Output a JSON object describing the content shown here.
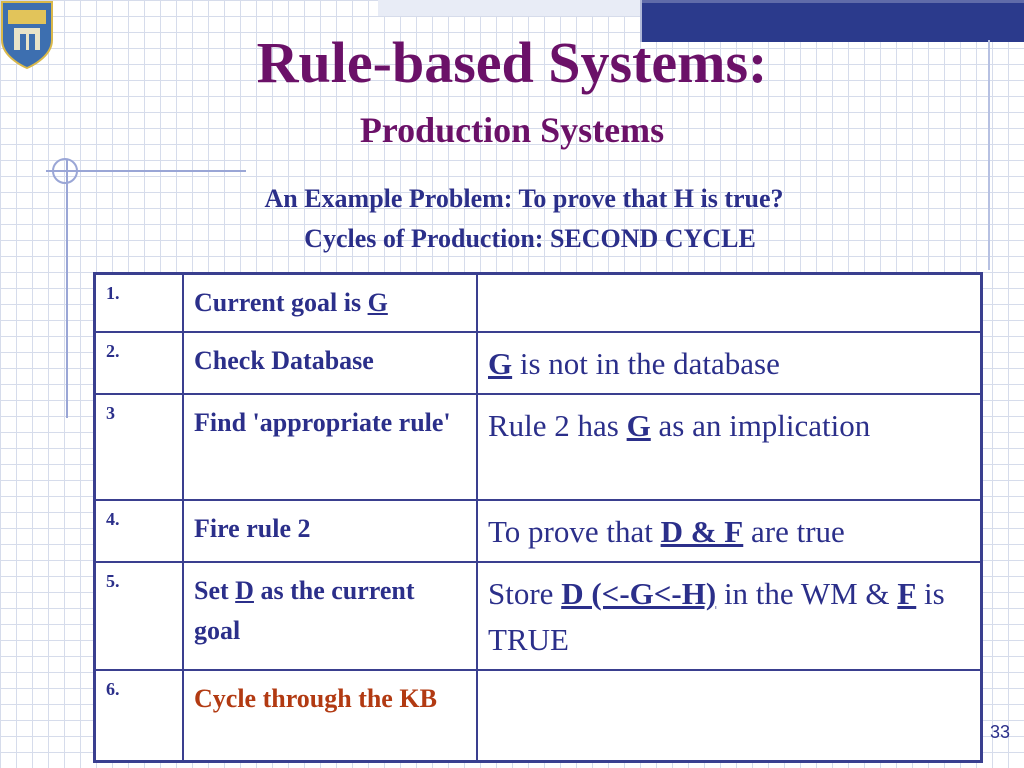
{
  "title": "Rule-based Systems:",
  "subtitle": "Production Systems",
  "problem_line1": "An Example Problem: To prove that H is true?",
  "problem_line2": "Cycles of Production: SECOND CYCLE",
  "rows": [
    {
      "num": "1.",
      "action": {
        "pre": "Current goal is ",
        "u": "G",
        "post": ""
      },
      "result": {
        "u1": "",
        "mid": "",
        "u2": "",
        "post": ""
      }
    },
    {
      "num": "2.",
      "action": {
        "pre": "Check Database",
        "u": "",
        "post": ""
      },
      "result": {
        "u1": "G",
        "mid": " is not in the database",
        "u2": "",
        "post": ""
      }
    },
    {
      "num": "3",
      "action": {
        "pre": "Find 'appropriate rule'",
        "u": "",
        "post": ""
      },
      "result": {
        "pre": "Rule 2 has ",
        "u1": "G",
        "mid": " as an implication"
      }
    },
    {
      "num": "4.",
      "action": {
        "pre": "Fire rule 2",
        "u": "",
        "post": ""
      },
      "result": {
        "pre": "To prove that ",
        "u1": "D & F",
        "mid": " are true"
      }
    },
    {
      "num": "5.",
      "action": {
        "pre": "Set ",
        "u": "D",
        "post": " as the current goal"
      },
      "result": {
        "pre": "Store ",
        "u1": "D (<-G<-H)",
        "mid": " in the WM & ",
        "u2": "F",
        "post": " is TRUE"
      }
    },
    {
      "num": "6.",
      "action": {
        "pre": "Cycle through the KB",
        "u": "",
        "post": ""
      },
      "result": {}
    }
  ],
  "page_number": "33",
  "colors": {
    "title": "#6b1168",
    "text": "#2b2f8a",
    "highlight": "#b23a12",
    "border": "#3a3f8f"
  },
  "logo_icon": "crest-icon"
}
